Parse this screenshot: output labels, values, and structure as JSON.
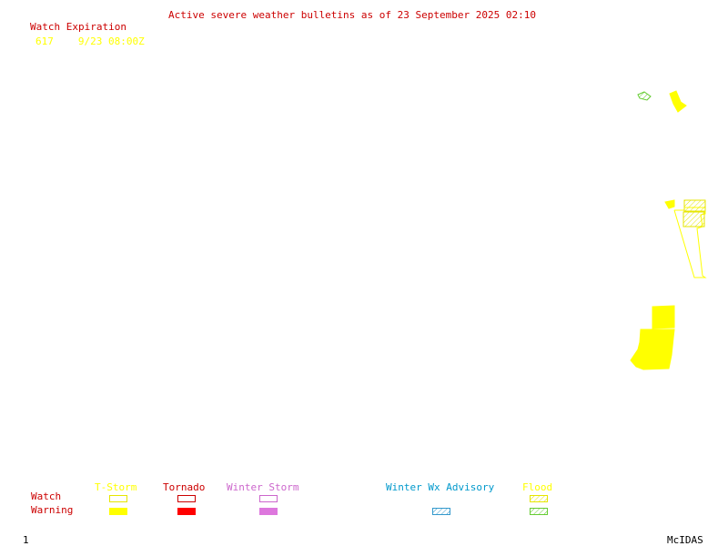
{
  "header": {
    "title": "Active severe weather bulletins as of 23 September 2025 02:10",
    "watch_expiration_label": "Watch Expiration",
    "watches": [
      {
        "id": "617",
        "expiration": "9/23 08:00Z"
      }
    ]
  },
  "legend": {
    "row_labels": {
      "watch": "Watch",
      "warning": "Warning"
    },
    "categories": [
      {
        "key": "tstorm",
        "label": "T-Storm",
        "color": "#ffff00",
        "watch_style": "outline",
        "warning_style": "solid"
      },
      {
        "key": "tornado",
        "label": "Tornado",
        "color": "#ff0000",
        "watch_style": "outline",
        "warning_style": "solid"
      },
      {
        "key": "winter_storm",
        "label": "Winter Storm",
        "color": "#dd77dd",
        "watch_style": "outline",
        "warning_style": "solid"
      },
      {
        "key": "winter_wx_advisory",
        "label": "Winter Wx Advisory",
        "color": "#3399cc",
        "warning_style": "hatched"
      },
      {
        "key": "flood",
        "label": "Flood",
        "watch_color": "#e6e600",
        "warning_color": "#66cc33",
        "watch_style": "hatched",
        "warning_style": "hatched"
      }
    ]
  },
  "map": {
    "colors": {
      "tstorm": "#ffff00",
      "flood_watch": "#e6e600",
      "flood_warning": "#66cc33"
    }
  },
  "footer": {
    "frame_number": "1",
    "brand": "McIDAS"
  }
}
